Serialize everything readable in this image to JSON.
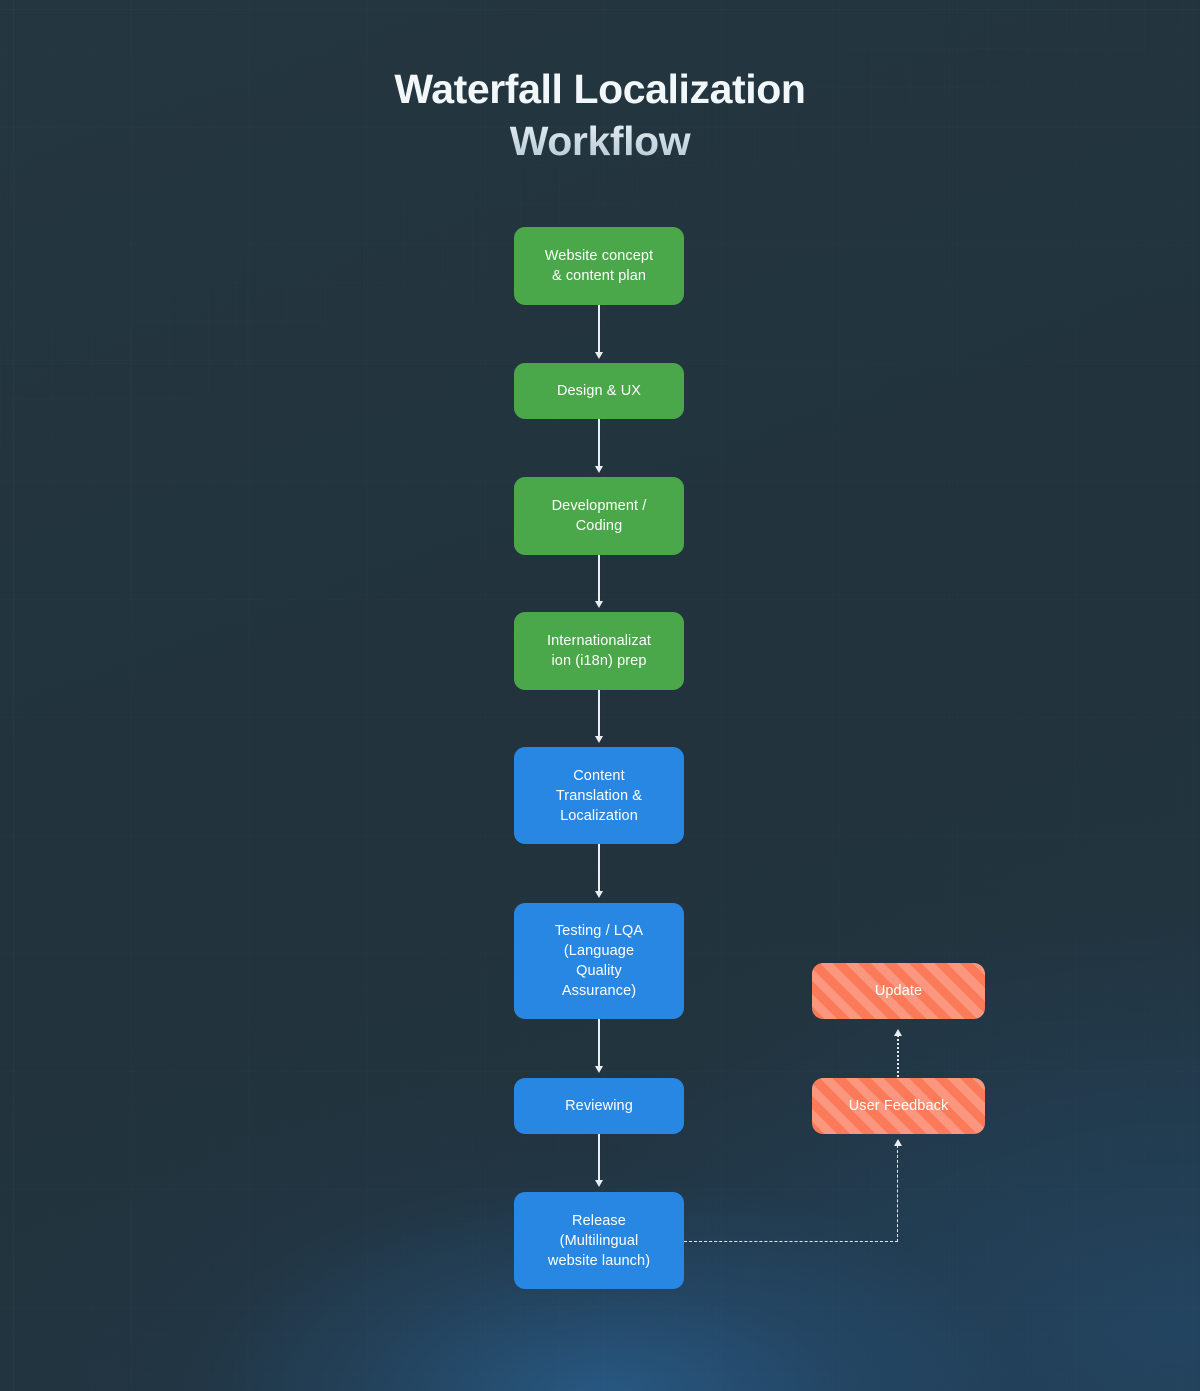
{
  "title": {
    "line1": "Waterfall Localization",
    "line2": "Workflow"
  },
  "colors": {
    "background": "#23343e",
    "green": "#4AA84A",
    "blue": "#2787E3",
    "orange": "#FA7A5A",
    "connector": "#e8eef2",
    "node_text": "#ffffff"
  },
  "diagram": {
    "type": "flowchart",
    "main_flow": [
      {
        "id": "website-concept",
        "label": "Website concept\n& content plan",
        "color": "green"
      },
      {
        "id": "design-ux",
        "label": "Design & UX",
        "color": "green"
      },
      {
        "id": "development-coding",
        "label": "Development /\nCoding",
        "color": "green"
      },
      {
        "id": "i18n-prep",
        "label": "Internationalizat\nion (i18n) prep",
        "color": "green"
      },
      {
        "id": "content-translation",
        "label": "Content\nTranslation &\nLocalization",
        "color": "blue"
      },
      {
        "id": "testing-lqa",
        "label": "Testing / LQA\n(Language\nQuality\nAssurance)",
        "color": "blue"
      },
      {
        "id": "reviewing",
        "label": "Reviewing",
        "color": "blue"
      },
      {
        "id": "release",
        "label": "Release\n(Multilingual\nwebsite launch)",
        "color": "blue"
      }
    ],
    "feedback_loop": [
      {
        "id": "update",
        "label": "Update",
        "color": "orange"
      },
      {
        "id": "user-feedback",
        "label": "User Feedback",
        "color": "orange"
      }
    ],
    "edges": [
      {
        "from": "website-concept",
        "to": "design-ux",
        "style": "solid-arrow"
      },
      {
        "from": "design-ux",
        "to": "development-coding",
        "style": "solid-arrow"
      },
      {
        "from": "development-coding",
        "to": "i18n-prep",
        "style": "solid-arrow"
      },
      {
        "from": "i18n-prep",
        "to": "content-translation",
        "style": "solid-arrow"
      },
      {
        "from": "content-translation",
        "to": "testing-lqa",
        "style": "solid-arrow"
      },
      {
        "from": "testing-lqa",
        "to": "reviewing",
        "style": "solid-arrow"
      },
      {
        "from": "reviewing",
        "to": "release",
        "style": "solid-arrow"
      },
      {
        "from": "release",
        "to": "user-feedback",
        "style": "dashed-arrow"
      },
      {
        "from": "user-feedback",
        "to": "update",
        "style": "dotted-arrow"
      }
    ]
  }
}
